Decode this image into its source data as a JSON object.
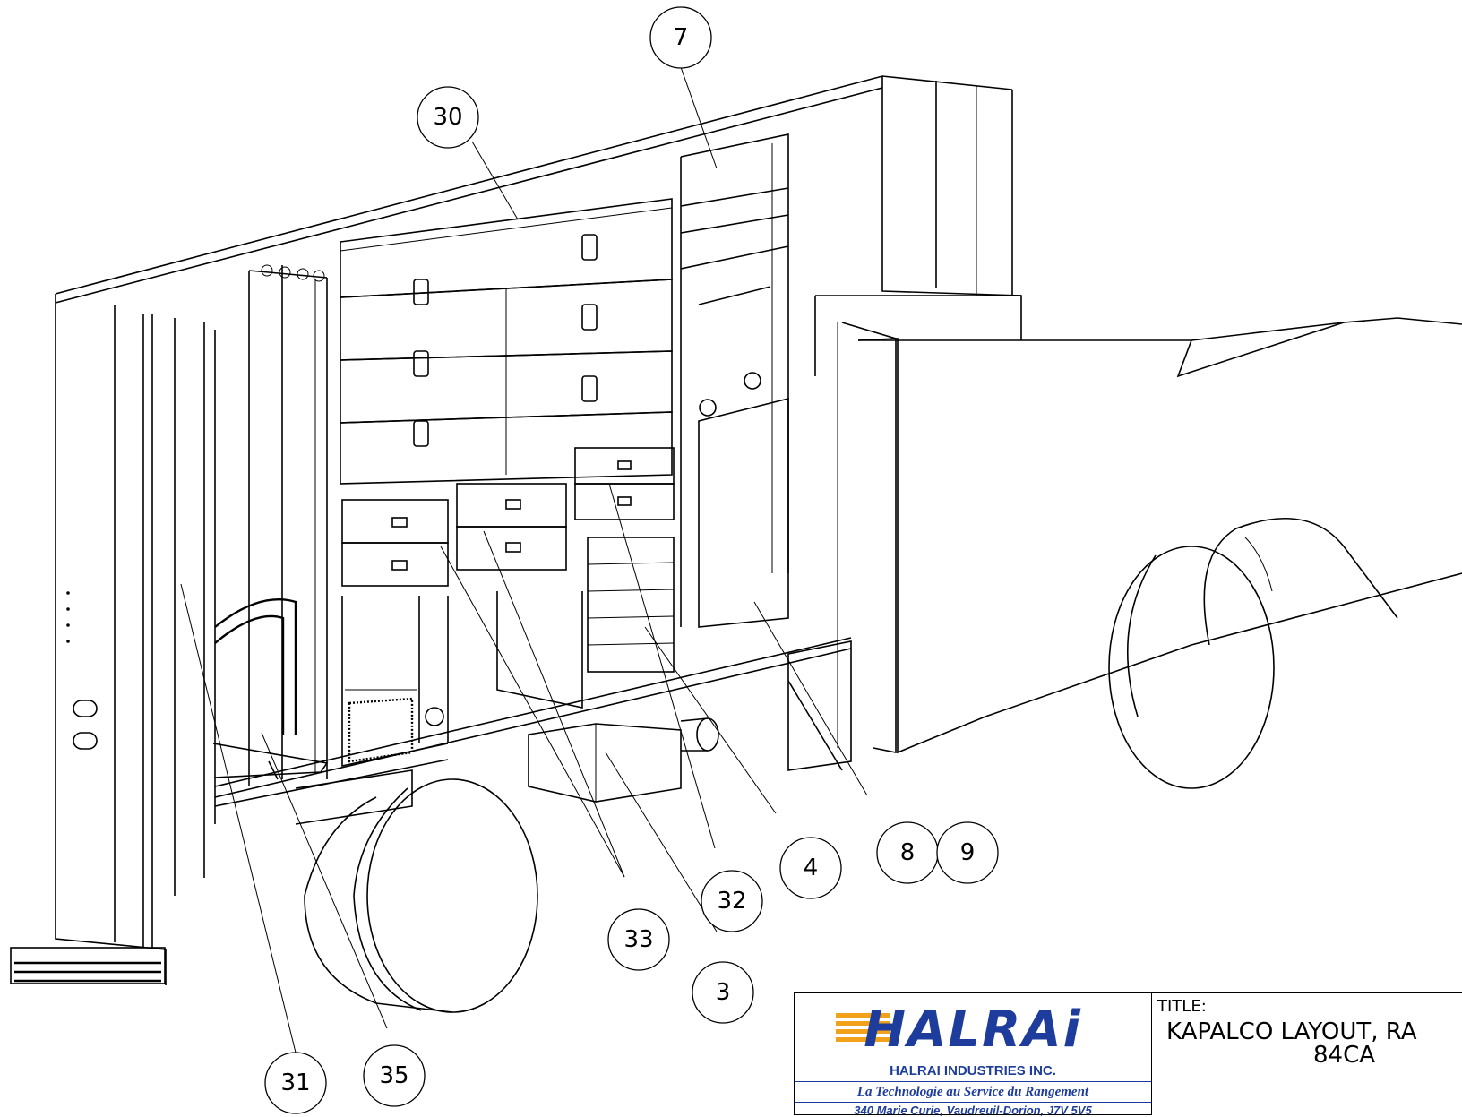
{
  "drawing": {
    "subject": "truck-body-shelving-layout",
    "balloons": [
      {
        "id": "balloon-7",
        "label": "7"
      },
      {
        "id": "balloon-30",
        "label": "30"
      },
      {
        "id": "balloon-8",
        "label": "8"
      },
      {
        "id": "balloon-9",
        "label": "9"
      },
      {
        "id": "balloon-4",
        "label": "4"
      },
      {
        "id": "balloon-32",
        "label": "32"
      },
      {
        "id": "balloon-33",
        "label": "33"
      },
      {
        "id": "balloon-3",
        "label": "3"
      },
      {
        "id": "balloon-31",
        "label": "31"
      },
      {
        "id": "balloon-35",
        "label": "35"
      }
    ]
  },
  "title_block": {
    "logo_text": "HALRAi",
    "company_name": "HALRAI INDUSTRIES INC.",
    "tagline": "La Technologie au Service du Rangement",
    "address": "340 Marie Curie, Vaudreuil-Dorion, J7V 5V5",
    "title_label": "TITLE:",
    "title_line1": "KAPALCO LAYOUT, RA",
    "title_line2": "84CA",
    "brand_color": "#1d3c9c",
    "accent_color": "#f2a11b"
  }
}
